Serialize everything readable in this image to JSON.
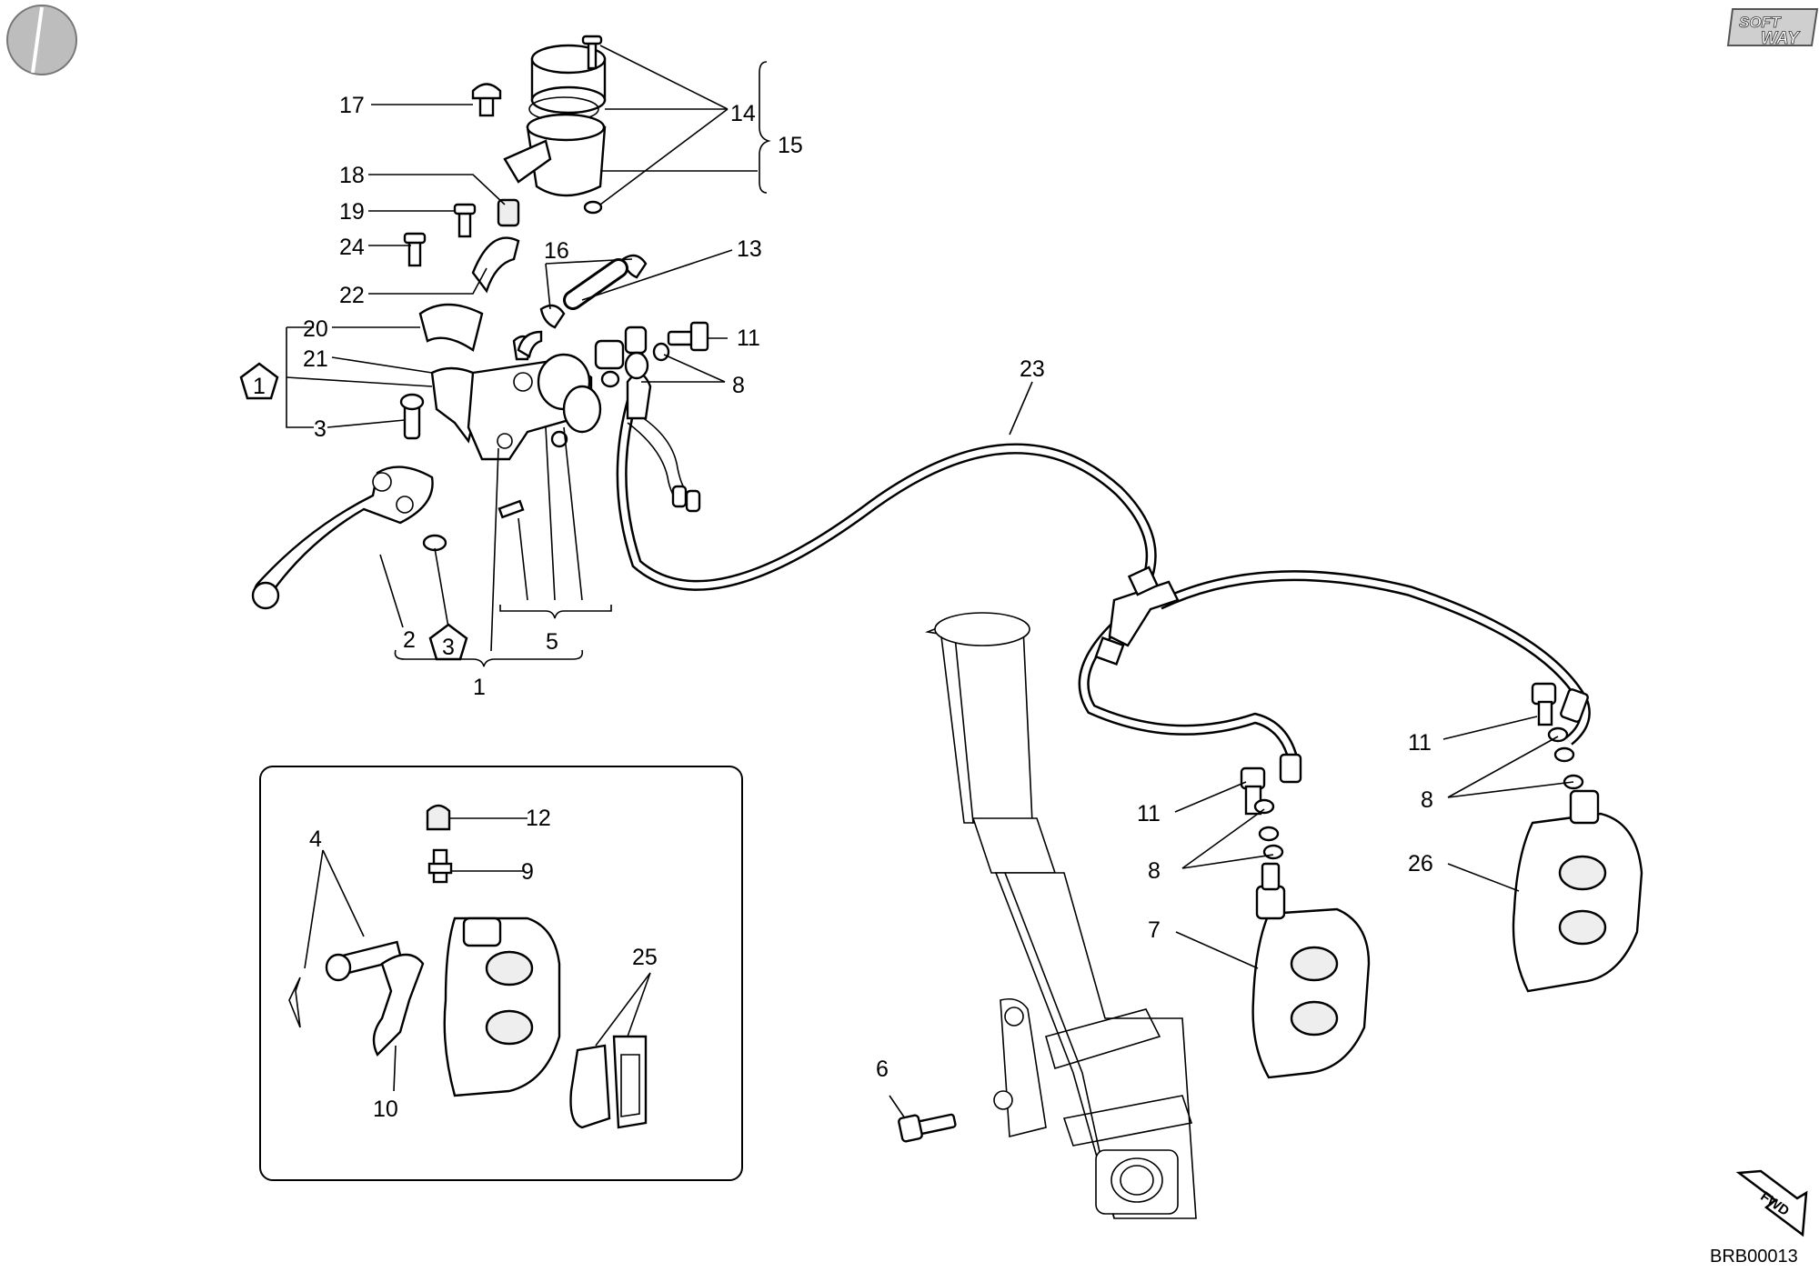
{
  "logo": {
    "line1": "SOFT",
    "line2": "WAY"
  },
  "drawing_code": "BRB00013",
  "fwd_label": "FWD",
  "callouts": {
    "c1": "1",
    "c2": "2",
    "c3": "3",
    "c4": "4",
    "c5": "5",
    "c6": "6",
    "c7": "7",
    "c8": "8",
    "c9": "9",
    "c10": "10",
    "c11": "11",
    "c12": "12",
    "c13": "13",
    "c14": "14",
    "c15": "15",
    "c16": "16",
    "c17": "17",
    "c18": "18",
    "c19": "19",
    "c20": "20",
    "c21": "21",
    "c22": "22",
    "c23": "23",
    "c24": "24",
    "c25": "25",
    "c26": "26"
  },
  "pentagon_badges": {
    "p1": "1",
    "p3": "3"
  }
}
